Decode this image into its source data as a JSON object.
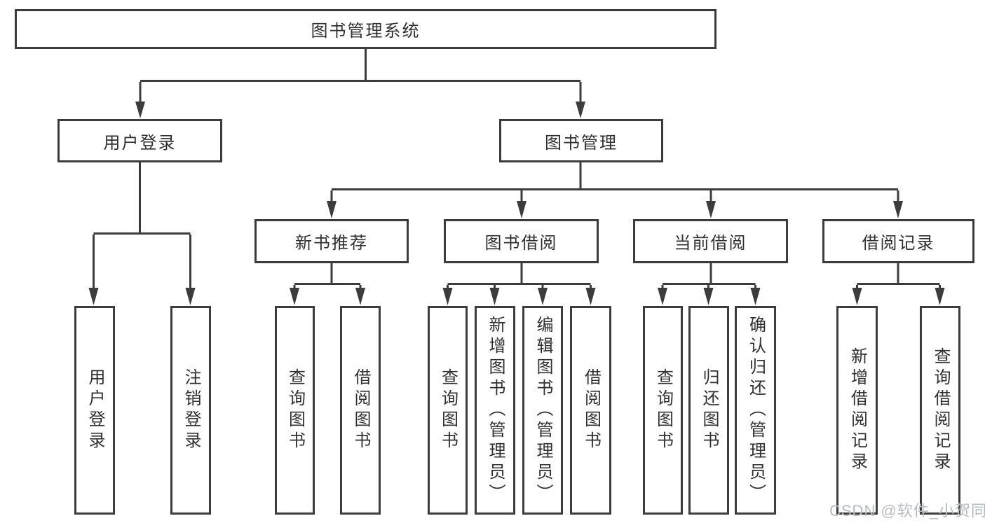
{
  "nodes": {
    "root": "图书管理系统",
    "level2": {
      "user_login": "用户登录",
      "book_mgmt": "图书管理"
    },
    "level3": {
      "new_book": "新书推荐",
      "borrow": "图书借阅",
      "current": "当前借阅",
      "records": "借阅记录"
    },
    "leaves": {
      "user_login": [
        "用户登录",
        "注销登录"
      ],
      "new_book": [
        "查询图书",
        "借阅图书"
      ],
      "borrow": [
        "查询图书",
        "新增图书（管理员）",
        "编辑图书（管理员）",
        "借阅图书"
      ],
      "current": [
        "查询图书",
        "归还图书",
        "确认归还（管理员）"
      ],
      "records": [
        "新增借阅记录",
        "查询借阅记录"
      ]
    }
  },
  "watermark": "CSDN @软件_小贺同学",
  "colors": {
    "line": "#3c3c3c",
    "text": "#303030",
    "watermark": "#b6bbc3",
    "background": "#ffffff"
  }
}
